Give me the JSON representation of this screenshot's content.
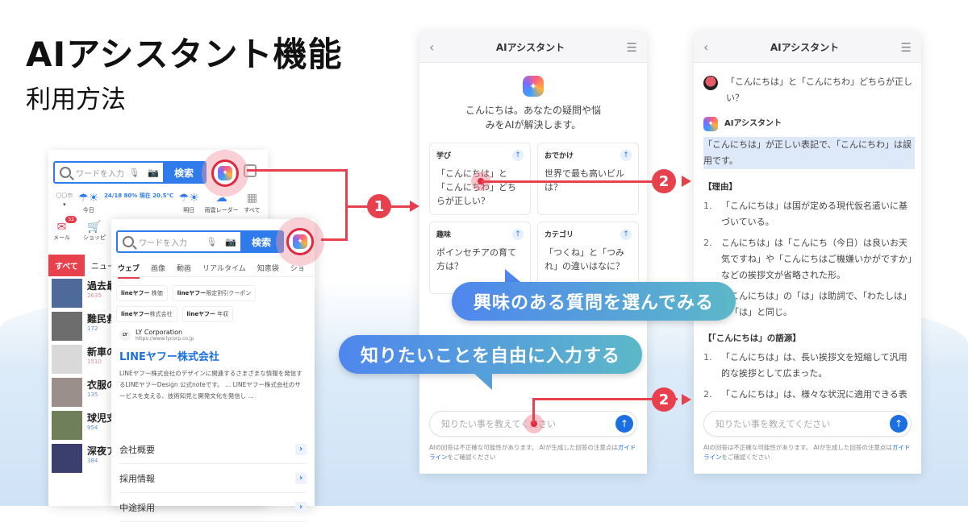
{
  "header": {
    "title": "AIアシスタント機能",
    "subtitle": "利用方法"
  },
  "back_phone": {
    "search_placeholder": "ワードを入力",
    "search_button": "検索",
    "weather": [
      {
        "label": "〇〇市",
        "detail": ""
      },
      {
        "label": "今日",
        "detail": "24/18 80% 現在 20.5℃"
      },
      {
        "label": "明日",
        "detail": ""
      },
      {
        "label": "雨雲レーダー",
        "detail": ""
      },
      {
        "label": "すべて",
        "detail": ""
      }
    ],
    "shortcuts": [
      {
        "label": "メール",
        "badge": "52"
      },
      {
        "label": "ショッピ",
        "badge": ""
      }
    ],
    "tabs": [
      "すべて",
      "ニュース"
    ],
    "news": [
      {
        "title": "過去最",
        "count": "2635"
      },
      {
        "title": "難民救",
        "count": "172"
      },
      {
        "title": "新車の",
        "count": "1510"
      },
      {
        "title": "衣服の",
        "count": "135"
      },
      {
        "title": "球児支",
        "count": "954"
      },
      {
        "title": "深夜ア",
        "count": "384"
      }
    ]
  },
  "front_phone": {
    "search_placeholder": "ワードを入力",
    "search_button": "検索",
    "tabs": [
      "ウェブ",
      "画像",
      "動画",
      "リアルタイム",
      "知恵袋",
      "ショ"
    ],
    "chips": [
      {
        "bold": "lineヤフー",
        "rest": " 株価"
      },
      {
        "bold": "lineヤフー",
        "rest": "限定割引クーポン"
      },
      {
        "bold": "lineヤフー",
        "rest": "株式会社"
      },
      {
        "bold": "lineヤフー",
        "rest": " 年収"
      }
    ],
    "result": {
      "logo": "LY",
      "site_name": "LY Corporation",
      "url": "https://www.lycorp.co.jp",
      "title": "LINEヤフー株式会社",
      "description": "LINEヤフー株式会社のデザインに関連するさまざまな情報を発信するLINEヤフーDesign 公式noteです。 ... LINEヤフー株式会社のサービスを支える、技術知見と開発文化を発信し ..."
    },
    "links": [
      "会社概要",
      "採用情報",
      "中途採用"
    ]
  },
  "panel_start": {
    "title": "AIアシスタント",
    "greeting": "こんにちは。あなたの疑問や悩みをAIが解決します。",
    "cards": [
      {
        "category": "学び",
        "question": "「こんにちは」と「こんにちわ」どちらが正しい？"
      },
      {
        "category": "おでかけ",
        "question": "世界で最も高いビルは？"
      },
      {
        "category": "趣味",
        "question": "ポインセチアの育て方は？"
      },
      {
        "category": "カテゴリ",
        "question": "「つくね」と「つみれ」の違いはなに？"
      }
    ],
    "input_placeholder": "知りたい事を教えてください",
    "disclaimer_pre": "AIの回答は不正確な可能性があります。 AIが生成した回答の注意点は",
    "disclaimer_link": "ガイドライン",
    "disclaimer_post": "をご確認ください"
  },
  "panel_answer": {
    "title": "AIアシスタント",
    "user_question": "「こんにちは」と「こんにちわ」どちらが正しい？",
    "ai_name": "AIアシスタント",
    "answer_lead": "「こんにちは」が正しい表記で、「こんにちわ」は誤用です。",
    "reason_heading": "【理由】",
    "reasons": [
      "「こんにちは」は国が定める現代仮名遣いに基づいている。",
      "こんにちは」は「こんにち（今日）は良いお天気ですね」や「こんにちはご機嫌いかがですか」などの挨拶文が省略された形。",
      "「こんにちは」の「は」は助詞で、「わたしは」の「は」と同じ。"
    ],
    "origin_heading": "【「こんにちは」の語源】",
    "origins": [
      "「こんにちは」は、長い挨拶文を短縮して汎用的な挨拶として広まった。",
      "「こんにちは」は、様々な状況に適用できる表現として広まったため、他の挨拶表現と同"
    ],
    "input_placeholder": "知りたい事を教えてください",
    "disclaimer_pre": "AIの回答は不正確な可能性があります。 AIが生成した回答の注意点は",
    "disclaimer_link": "ガイドライン",
    "disclaimer_post": "をご確認ください"
  },
  "steps": {
    "step1": "1",
    "step2a": "2",
    "step2b": "2"
  },
  "callouts": {
    "select_question": "興味のある質問を選んでみる",
    "free_input": "知りたいことを自由に入力する"
  },
  "colors": {
    "accent_red": "#e8414e",
    "link_blue": "#1b6fe0",
    "search_blue": "#2f7bec",
    "callout_start": "#4f86ee",
    "callout_end": "#5cb8c8"
  }
}
